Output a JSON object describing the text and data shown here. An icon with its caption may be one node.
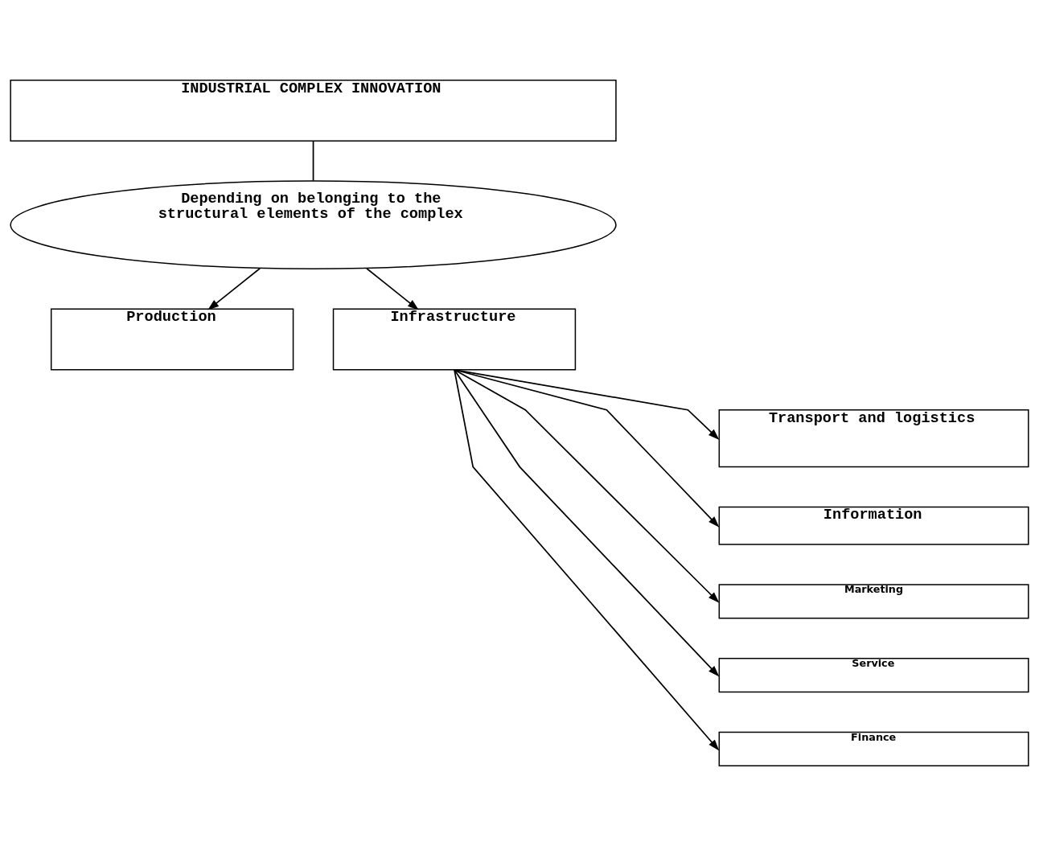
{
  "diagram": {
    "nodes": [
      {
        "text": [
          "INDUSTRIAL COMPLEX INNOVATION"
        ]
      },
      {
        "text": [
          "Depending on belonging to the structural elements of the complex"
        ]
      },
      {
        "text": [
          "Production"
        ]
      },
      {
        "text": [
          "Infrastructure"
        ]
      },
      {
        "text": [
          "Transport and logistics"
        ]
      },
      {
        "text": [
          "Information"
        ]
      },
      {
        "text": [
          "Marketing"
        ]
      },
      {
        "text": [
          "Service"
        ]
      },
      {
        "text": [
          "Finance"
        ]
      }
    ],
    "edges": [
      {
        "from": 0,
        "to": 1,
        "arrow": "none"
      },
      {
        "from": 1,
        "to": 2,
        "arrow": "to"
      },
      {
        "from": 1,
        "to": 3,
        "arrow": "to"
      },
      {
        "from": 3,
        "to": 4,
        "arrow": "to"
      },
      {
        "from": 3,
        "to": 5,
        "arrow": "to"
      },
      {
        "from": 3,
        "to": 6,
        "arrow": "to"
      },
      {
        "from": 3,
        "to": 7,
        "arrow": "to"
      },
      {
        "from": 3,
        "to": 8,
        "arrow": "to"
      }
    ]
  }
}
